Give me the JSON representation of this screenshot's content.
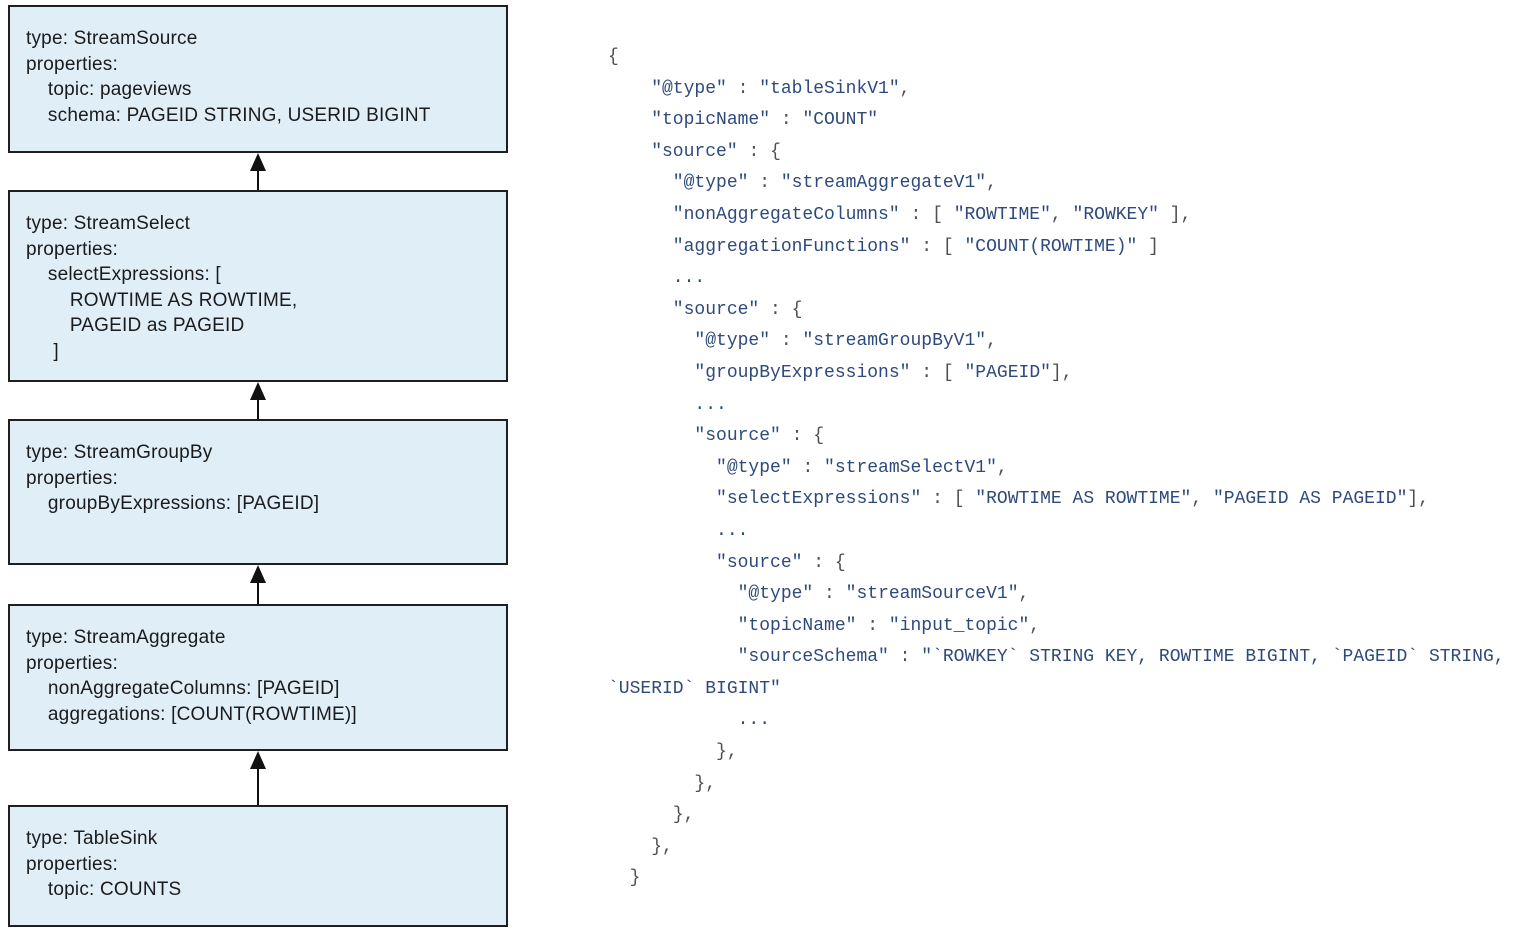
{
  "colors": {
    "background": "#ffffff",
    "box_fill": "#dfeef7",
    "box_border": "#1f1f1f",
    "box_text": "#1b1b1b",
    "arrow": "#111111",
    "code_string": "#2e4a7c",
    "code_punct": "#4f4f4f"
  },
  "diagram": {
    "boxes": [
      {
        "name": "stream-source",
        "type": "StreamSource",
        "text": "type: StreamSource\nproperties:\n    topic: pageviews\n    schema: PAGEID STRING, USERID BIGINT"
      },
      {
        "name": "stream-select",
        "type": "StreamSelect",
        "text": "type: StreamSelect\nproperties:\n    selectExpressions: [\n        ROWTIME AS ROWTIME,\n        PAGEID as PAGEID\n     ]"
      },
      {
        "name": "stream-group-by",
        "type": "StreamGroupBy",
        "text": "type: StreamGroupBy\nproperties:\n    groupByExpressions: [PAGEID]"
      },
      {
        "name": "stream-aggregate",
        "type": "StreamAggregate",
        "text": "type: StreamAggregate\nproperties:\n    nonAggregateColumns: [PAGEID]\n    aggregations: [COUNT(ROWTIME)]"
      },
      {
        "name": "table-sink",
        "type": "TableSink",
        "text": "type: TableSink\nproperties:\n    topic: COUNTS"
      }
    ]
  },
  "code": {
    "language": "json",
    "lines": [
      "{",
      "    \"@type\" : \"tableSinkV1\",",
      "    \"topicName\" : \"COUNT\"",
      "    \"source\" : {",
      "      \"@type\" : \"streamAggregateV1\",",
      "      \"nonAggregateColumns\" : [ \"ROWTIME\", \"ROWKEY\" ],",
      "      \"aggregationFunctions\" : [ \"COUNT(ROWTIME)\" ]",
      "      ...",
      "      \"source\" : {",
      "        \"@type\" : \"streamGroupByV1\",",
      "        \"groupByExpressions\" : [ \"PAGEID\"],",
      "        ...",
      "        \"source\" : {",
      "          \"@type\" : \"streamSelectV1\",",
      "          \"selectExpressions\" : [ \"ROWTIME AS ROWTIME\", \"PAGEID AS PAGEID\"],",
      "          ...",
      "          \"source\" : {",
      "            \"@type\" : \"streamSourceV1\",",
      "            \"topicName\" : \"input_topic\",",
      "            \"sourceSchema\" : \"`ROWKEY` STRING KEY, ROWTIME BIGINT, `PAGEID` STRING,",
      "`USERID` BIGINT\"",
      "            ...",
      "          },",
      "        },",
      "      },",
      "    },",
      "  }"
    ]
  }
}
